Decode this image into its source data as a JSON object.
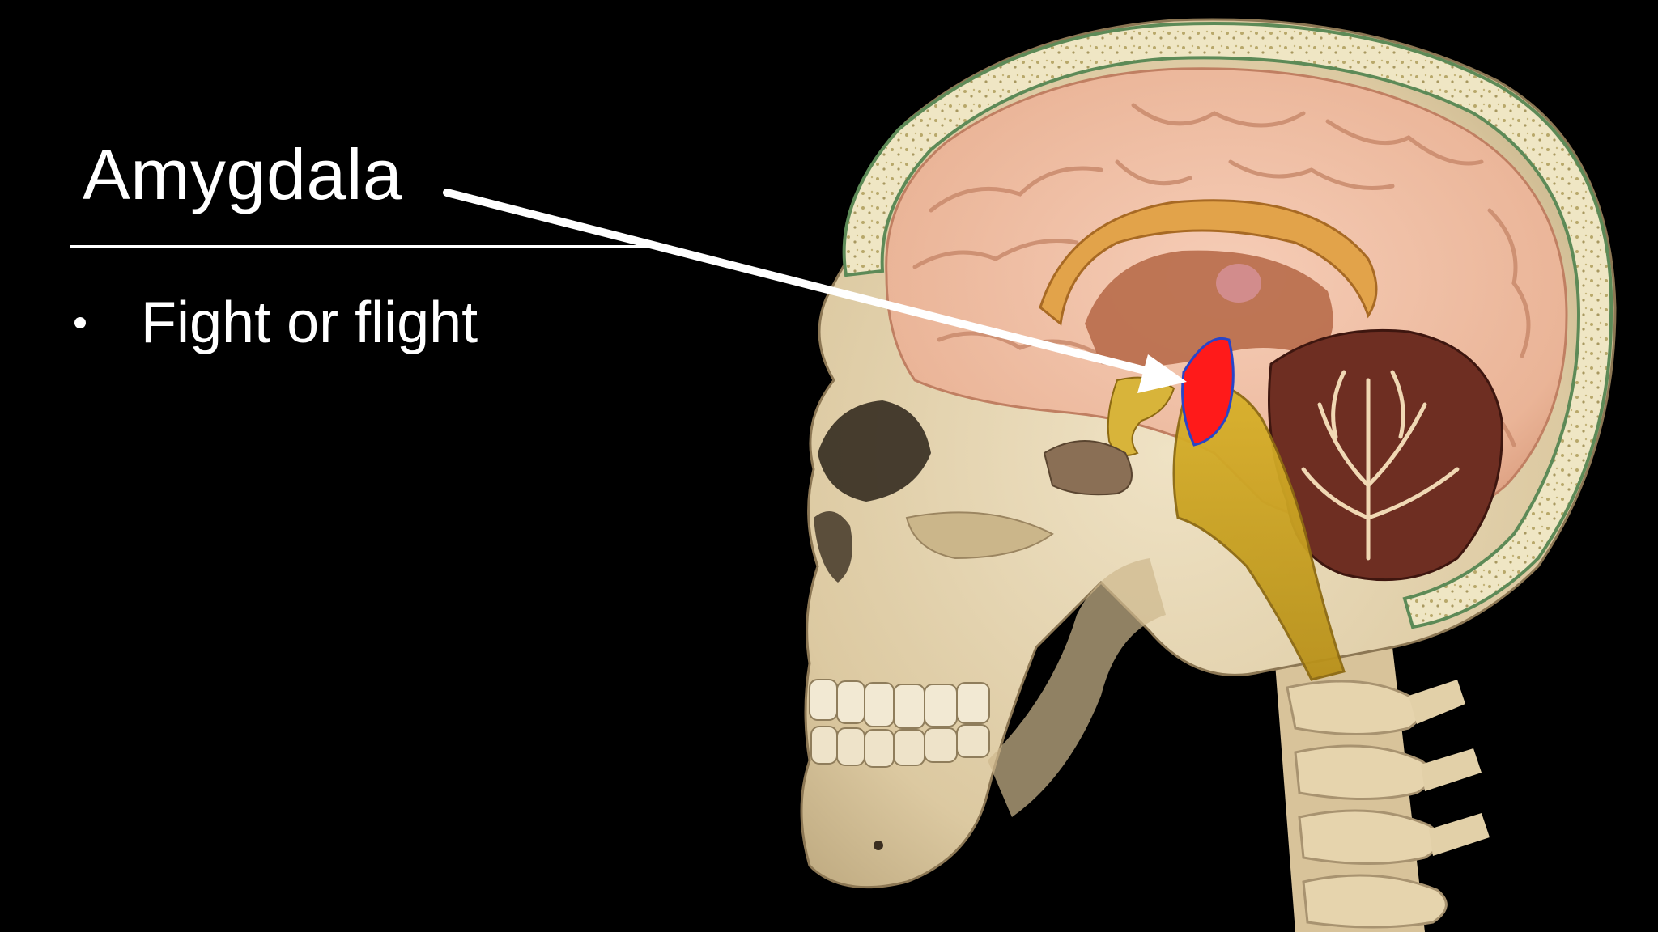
{
  "slide": {
    "title": "Amygdala",
    "bullets": [
      {
        "text": "Fight or flight"
      }
    ]
  },
  "illustration": {
    "subject": "sagittal-head-skull-brain",
    "highlight_color": "#ff1a1a",
    "pointer_color": "#ffffff"
  }
}
